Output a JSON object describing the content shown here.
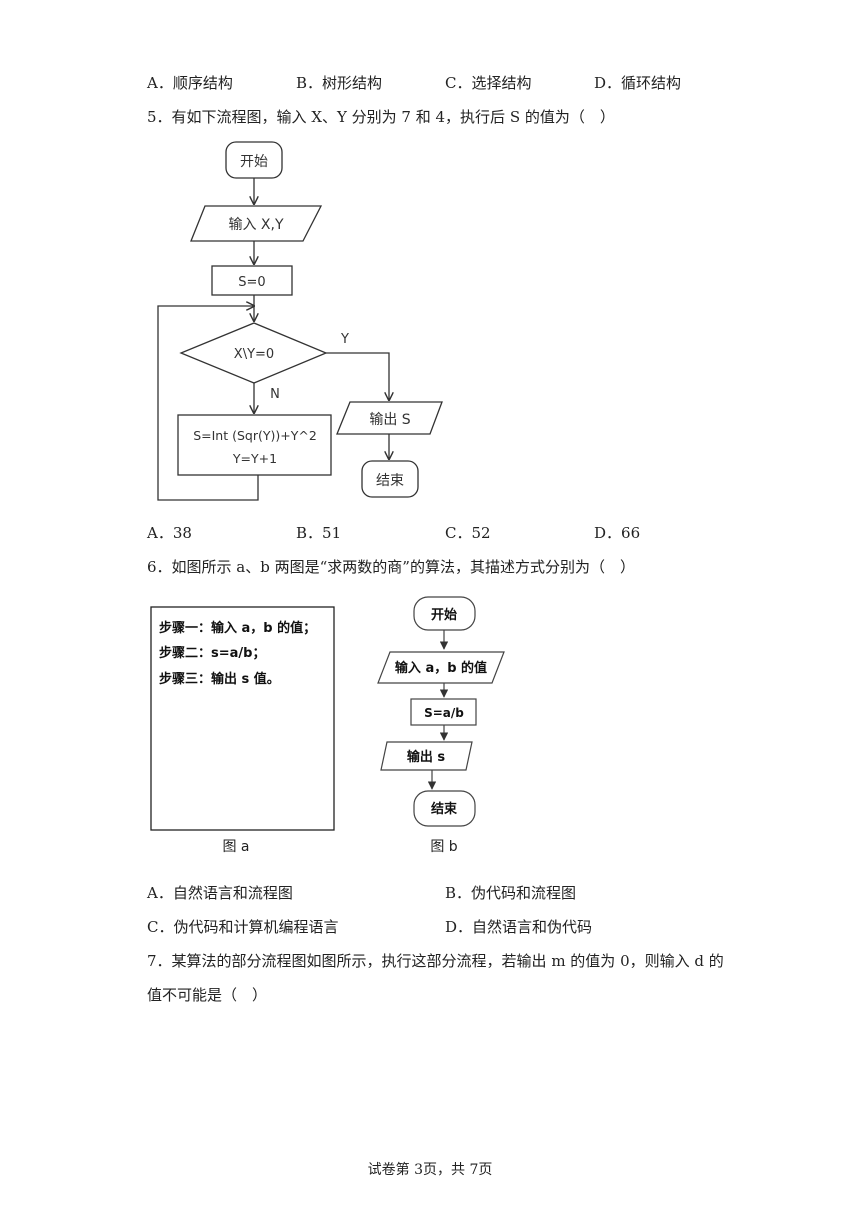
{
  "q4": {
    "options": [
      "A．顺序结构",
      "B．树形结构",
      "C．选择结构",
      "D．循环结构"
    ]
  },
  "q5": {
    "stem": "5．有如下流程图，输入 X、Y 分别为 7 和 4，执行后 S 的值为（　）",
    "flow": {
      "start": "开始",
      "input": "输入 X,Y",
      "init": "S=0",
      "cond": "X\\Y=0",
      "yes": "Y",
      "no": "N",
      "body1": "S=Int (Sqr(Y))+Y^2",
      "body2": "Y=Y+1",
      "output": "输出 S",
      "end": "结束"
    },
    "options": [
      "A．38",
      "B．51",
      "C．52",
      "D．66"
    ]
  },
  "q6": {
    "stem": "6．如图所示 a、b 两图是“求两数的商”的算法，其描述方式分别为（　）",
    "fig_a": {
      "steps": [
        "步骤一：输入 a，b 的值；",
        "步骤二：s=a/b；",
        "步骤三：输出 s 值。"
      ],
      "caption": "图 a"
    },
    "fig_b": {
      "start": "开始",
      "input": "输入 a，b 的值",
      "calc": "S=a/b",
      "output": "输出 s",
      "end": "结束",
      "caption": "图 b"
    },
    "options": [
      "A．自然语言和流程图",
      "B．伪代码和流程图",
      "C．伪代码和计算机编程语言",
      "D．自然语言和伪代码"
    ]
  },
  "q7": {
    "stem_line1": "7．某算法的部分流程图如图所示，执行这部分流程，若输出 m 的值为 0，则输入 d 的",
    "stem_line2": "值不可能是（　）"
  },
  "footer": "试卷第 3页，共 7页"
}
